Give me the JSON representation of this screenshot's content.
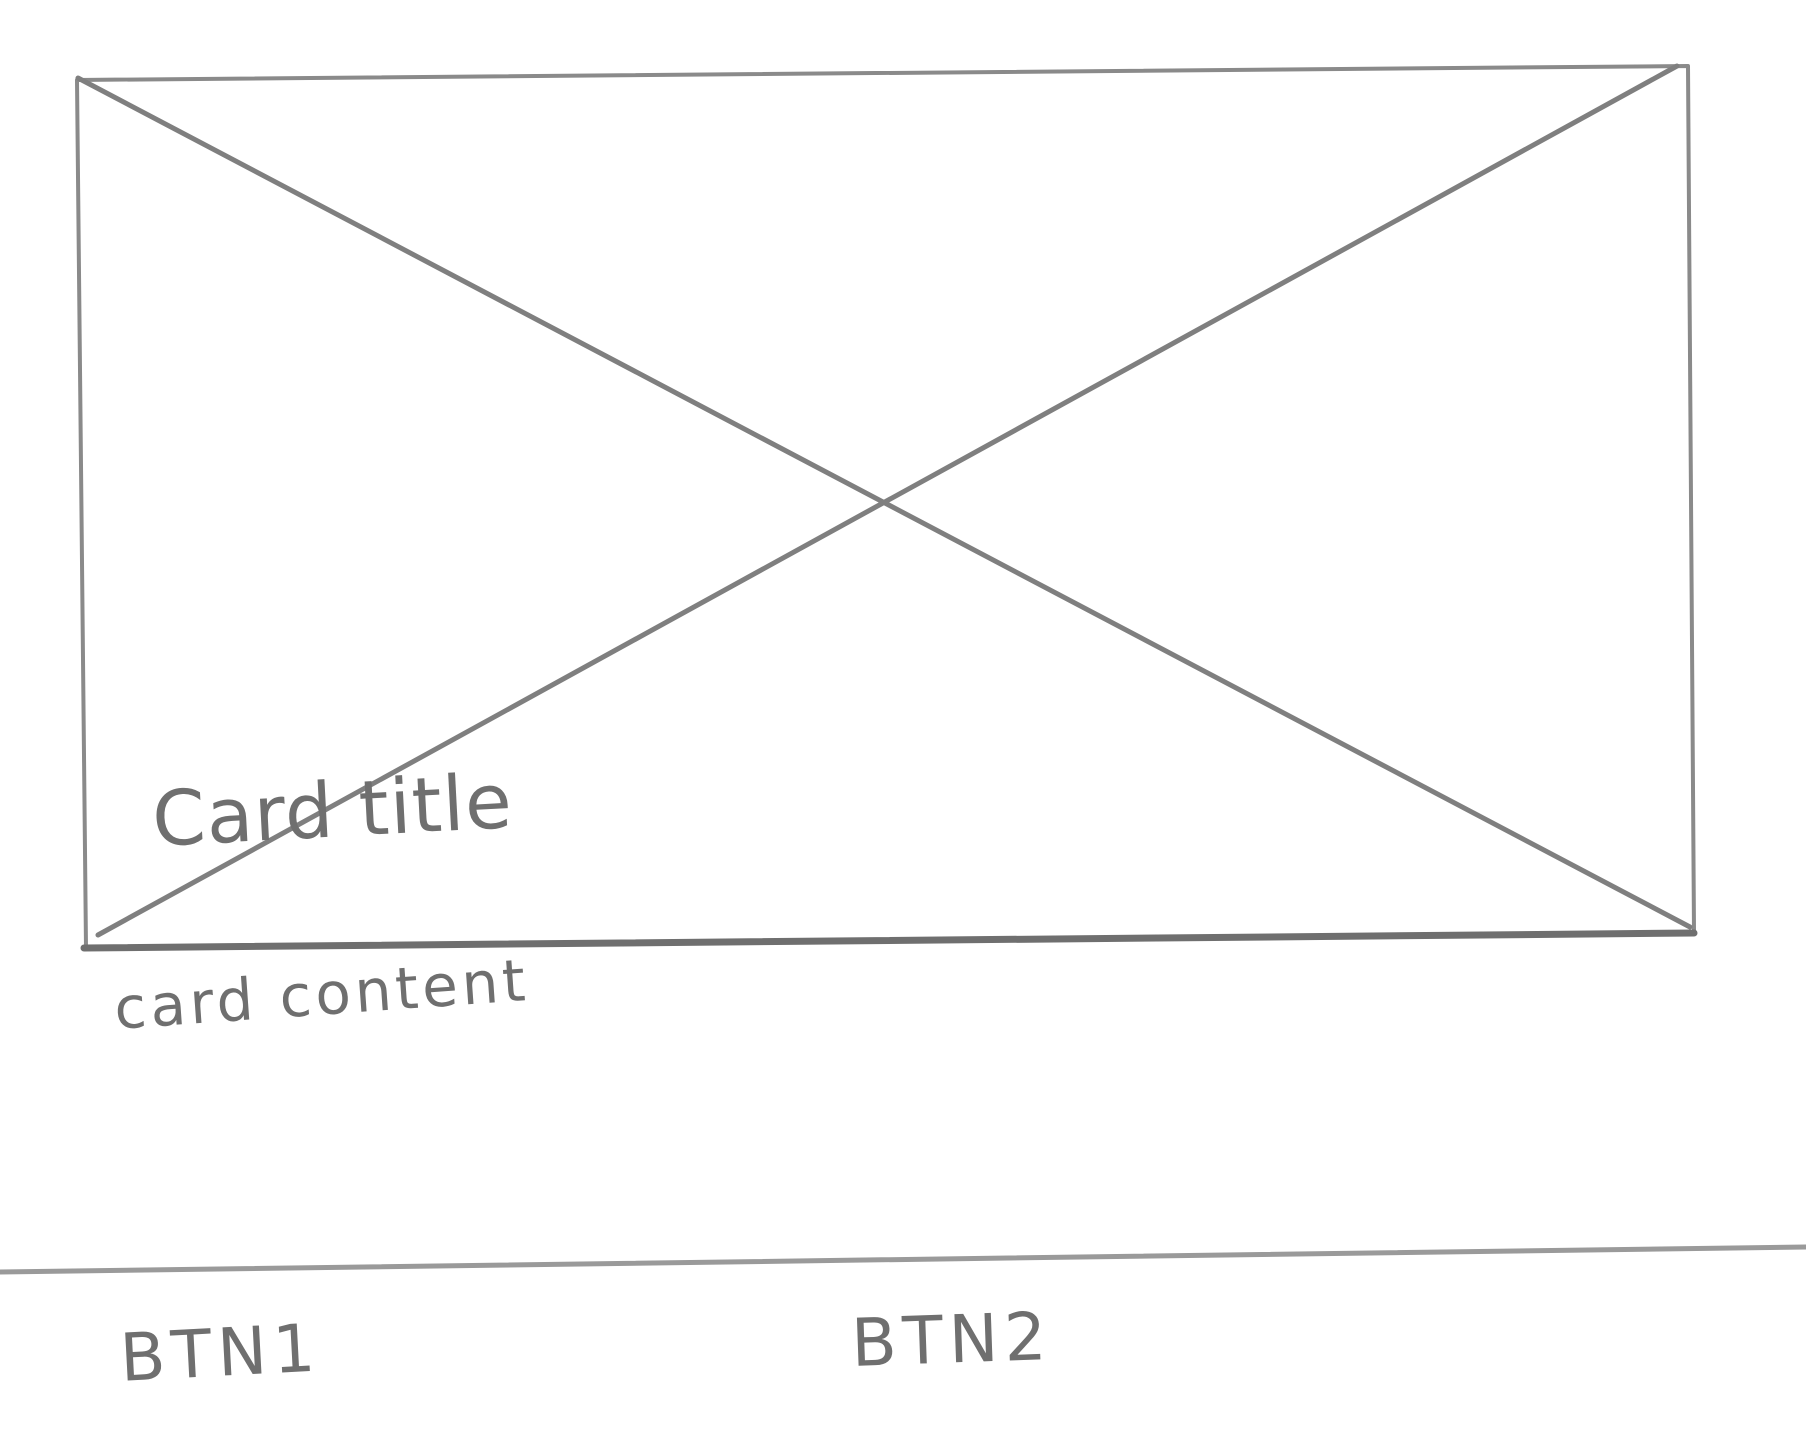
{
  "card": {
    "title": "Card title",
    "content": "card content"
  },
  "media": {
    "placeholder_icon": "image-placeholder-cross-icon"
  },
  "actions": {
    "btn1_label": "BTN1",
    "btn2_label": "BTN2"
  },
  "colors": {
    "pencil": "#7a7a7a",
    "paper": "#ffffff"
  }
}
